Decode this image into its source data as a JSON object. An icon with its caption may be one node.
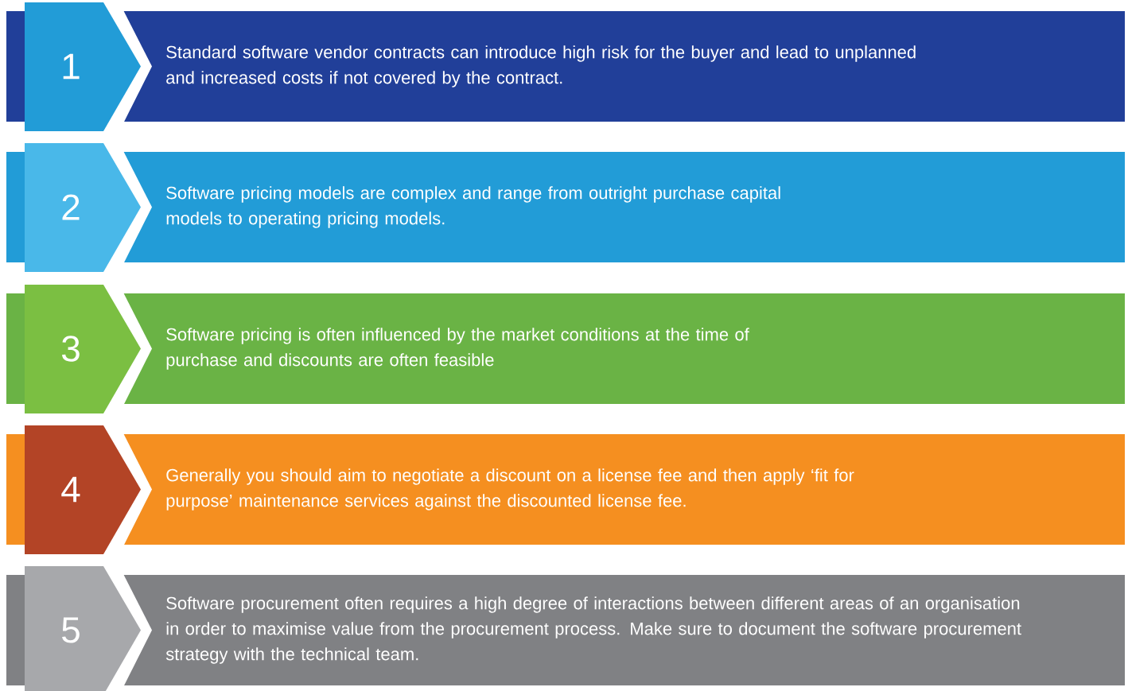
{
  "diagram": {
    "nodes": [
      {
        "text": [
          "1"
        ]
      },
      {
        "text": [
          "Standard software vendor contracts can introduce high risk for the buyer and lead to unplanned and increased costs if not covered by the contract."
        ]
      },
      {
        "text": [
          "2"
        ]
      },
      {
        "text": [
          "Software pricing models are complex and range from outright purchase capital models to operating pricing models."
        ]
      },
      {
        "text": [
          "3"
        ]
      },
      {
        "text": [
          "Software pricing is often influenced by the market conditions at the time of purchase and discounts are often feasible"
        ]
      },
      {
        "text": [
          "4"
        ]
      },
      {
        "text": [
          "Generally you should aim to negotiate a discount on a license fee and then apply ‘fit for purpose’ maintenance services against the discounted license fee."
        ]
      },
      {
        "text": [
          "5"
        ]
      },
      {
        "text": [
          "Software procurement often requires a high degree of interactions between different areas of an organisation in order to maximise value from the procurement process. Make sure to document the software procurement strategy with the technical team."
        ]
      }
    ]
  }
}
